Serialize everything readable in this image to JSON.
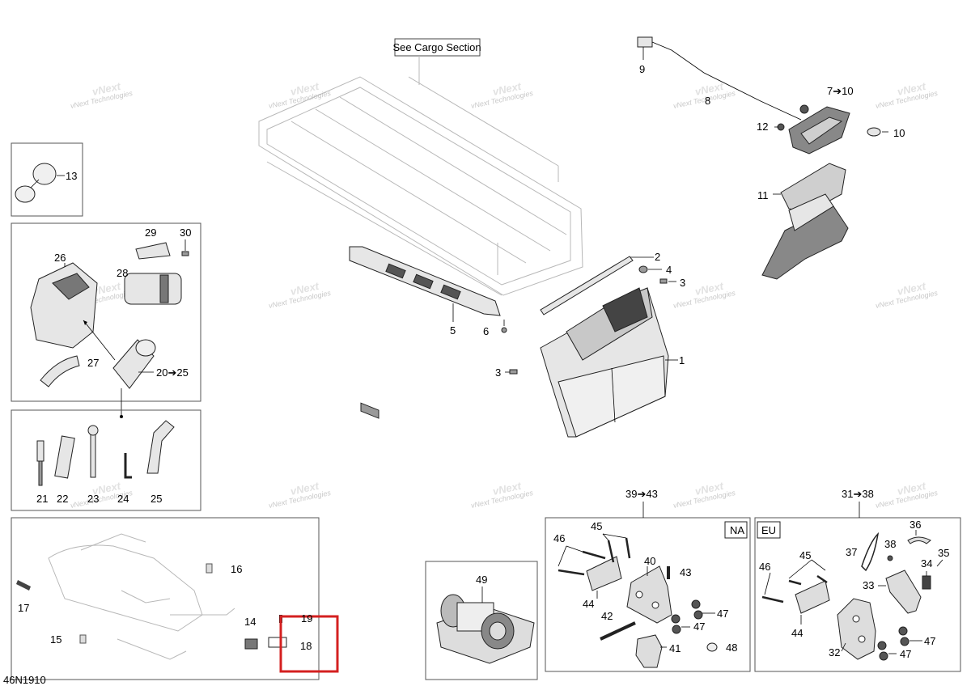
{
  "drawing_id": "46N1910",
  "cargo_note": "See Cargo Section",
  "watermark": {
    "line1": "vNext",
    "line2": "Technologies",
    "full": "vNext Technologies"
  },
  "box_tags": {
    "na": "NA",
    "eu": "EU"
  },
  "callouts": {
    "c1": "1",
    "c2": "2",
    "c3a": "3",
    "c3b": "3",
    "c4": "4",
    "c5": "5",
    "c6": "6",
    "c7": "7➔10",
    "c8": "8",
    "c9": "9",
    "c10": "10",
    "c11": "11",
    "c12": "12",
    "c13": "13",
    "c14": "14",
    "c15": "15",
    "c16": "16",
    "c17": "17",
    "c18": "18",
    "c19": "19",
    "c20": "20➔25",
    "c21": "21",
    "c22": "22",
    "c23": "23",
    "c24": "24",
    "c25": "25",
    "c26": "26",
    "c27": "27",
    "c28": "28",
    "c29": "29",
    "c30": "30",
    "c31": "31➔38",
    "c32": "32",
    "c33": "33",
    "c34": "34",
    "c35": "35",
    "c36": "36",
    "c37": "37",
    "c38": "38",
    "c39": "39➔43",
    "c40": "40",
    "c41": "41",
    "c42": "42",
    "c43": "43",
    "c44a": "44",
    "c44b": "44",
    "c45a": "45",
    "c45b": "45",
    "c46a": "46",
    "c46b": "46",
    "c47a": "47",
    "c47b": "47",
    "c47c": "47",
    "c47d": "47",
    "c48": "48",
    "c49": "49"
  },
  "highlight": {
    "color": "#d42020",
    "target": "18"
  }
}
